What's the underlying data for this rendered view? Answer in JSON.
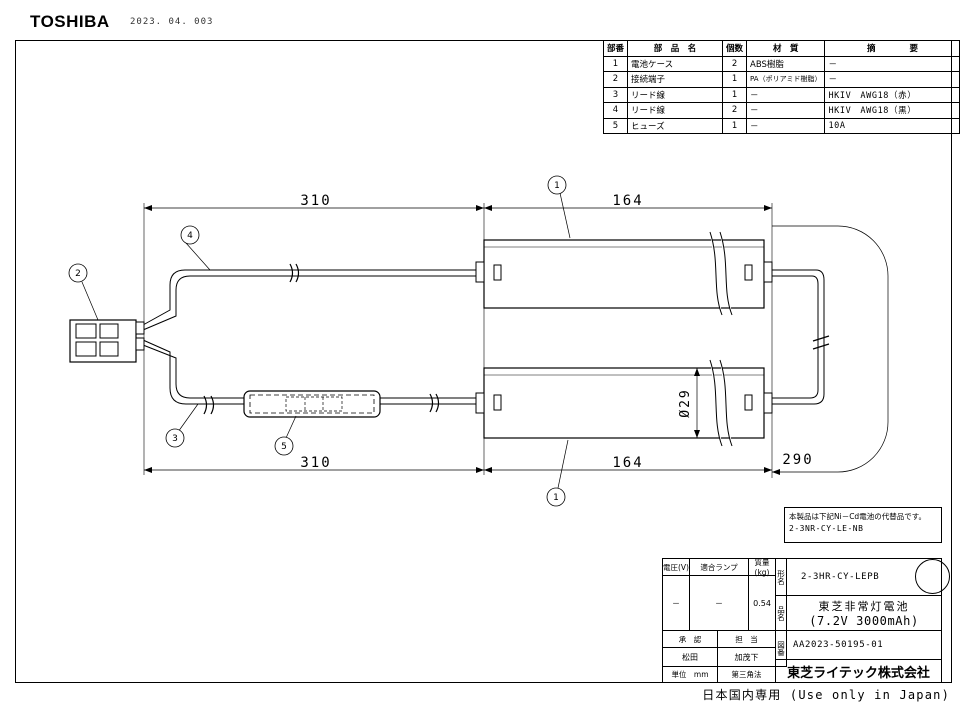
{
  "header": {
    "brand": "TOSHIBA",
    "date": "2023. 04. 003"
  },
  "parts_table": {
    "headers": [
      "部番",
      "部　品　名",
      "個数",
      "材　質",
      "摘　　　　要"
    ],
    "rows": [
      [
        "1",
        "電池ケース",
        "2",
        "ABS樹脂",
        "－"
      ],
      [
        "2",
        "接続端子",
        "1",
        "PA（ポリアミド樹脂）",
        "－"
      ],
      [
        "3",
        "リード線",
        "1",
        "－",
        "HKIV　AWG18（赤）"
      ],
      [
        "4",
        "リード線",
        "2",
        "－",
        "HKIV　AWG18（黒）"
      ],
      [
        "5",
        "ヒューズ",
        "1",
        "－",
        "10A"
      ]
    ]
  },
  "drawing": {
    "callouts": [
      "1",
      "1",
      "2",
      "3",
      "4",
      "5"
    ],
    "dim_top_left": "310",
    "dim_top_right": "164",
    "dim_bottom_left": "310",
    "dim_bottom_right": "164",
    "dim_loop": "290",
    "dim_diameter": "Ø29"
  },
  "note": {
    "line1": "本製品は下記Ni－Cd電池の代替品です。",
    "line2": "2-3NR-CY-LE-NB"
  },
  "title_block": {
    "voltage_label": "電圧(V)",
    "lamp_label": "適合ランプ",
    "mass_label": "質量(kg)",
    "voltage_value": "－",
    "lamp_value": "－",
    "mass_value": "0.54",
    "katamei_label": "形名",
    "model": "2-3HR-CY-LEPB",
    "hinmei_label": "品名",
    "product_name": "東芝非常灯電池",
    "product_spec": "(7.2V 3000mAh)",
    "approve_label": "承　認",
    "charge_label": "担　当",
    "approver": "松田",
    "person": "加茂下",
    "zuban_label": "図番",
    "drawing_no": "AA2023-50195-01",
    "unit_text": "単位　mm",
    "projection_text": "第三角法",
    "company": "東芝ライテック株式会社"
  },
  "footer": {
    "text": "日本国内専用 (Use only in Japan)"
  }
}
